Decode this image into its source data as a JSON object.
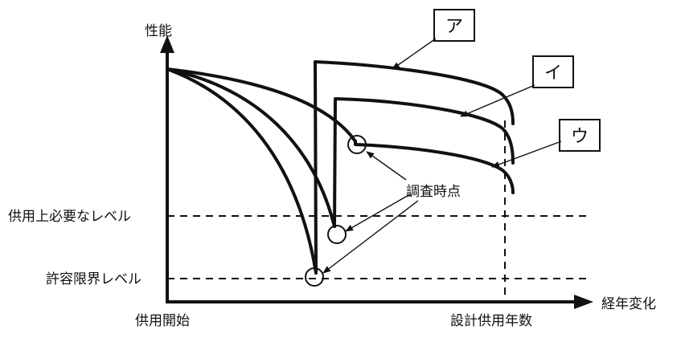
{
  "axes": {
    "y_label": "性能",
    "x_label": "経年変化"
  },
  "levels": {
    "required": "供用上必要なレベル",
    "limit": "許容限界レベル"
  },
  "x_ticks": {
    "start": "供用開始",
    "end": "設計供用年数"
  },
  "callouts": {
    "a": "ア",
    "i": "イ",
    "u": "ウ",
    "survey_point": "調査時点"
  }
}
